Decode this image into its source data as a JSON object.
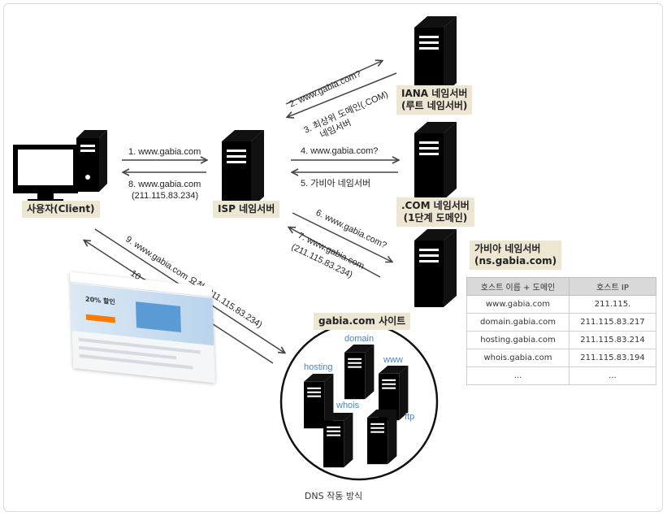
{
  "nodes": {
    "client": "사용자(Client)",
    "isp": "ISP 네임서버",
    "iana": [
      "IANA 네임서버",
      "(루트 네임서버)"
    ],
    "com": [
      ".COM 네임서버",
      "(1단계 도메인)"
    ],
    "gabia_ns": [
      "가비아 네임서버",
      "(ns.gabia.com)"
    ],
    "site": "gabia.com 사이트"
  },
  "steps": {
    "s1": "1. www.gabia.com",
    "s2": "2. www.gabia.com?",
    "s3a": "3. 최상위 도메인(.COM)",
    "s3b": "네임서버",
    "s4": "4. www.gabia.com?",
    "s5": "5. 가비아 네임서버",
    "s6": "6. www.gabia.com?",
    "s7a": "7. www.gabia.com",
    "s7b": "(211.115.83.234)",
    "s8a": "8. www.gabia.com",
    "s8b": "(211.115.83.234)",
    "s9": "9. www.gabia.com 요청 (211.115.83.234)",
    "s10": "10. www.gabia.com 응답"
  },
  "site_servers": {
    "domain": "domain",
    "www": "www",
    "hosting": "hosting",
    "whois": "whois",
    "ftp": "ftp"
  },
  "screenshot_promo": "20% 할인",
  "host_table": {
    "headers": [
      "호스트 이름 + 도메인",
      "호스트 IP"
    ],
    "rows": [
      [
        "www.gabia.com",
        "211.115."
      ],
      [
        "domain.gabia.com",
        "211.115.83.217"
      ],
      [
        "hosting.gabia.com",
        "211.115.83.214"
      ],
      [
        "whois.gabia.com",
        "211.115.83.194"
      ],
      [
        "...",
        "..."
      ]
    ]
  },
  "caption": "DNS 작동 방식",
  "colors": {
    "label_bg": "#ece6d3",
    "arrow": "#444444",
    "server_name_text": "#4a86c5"
  }
}
